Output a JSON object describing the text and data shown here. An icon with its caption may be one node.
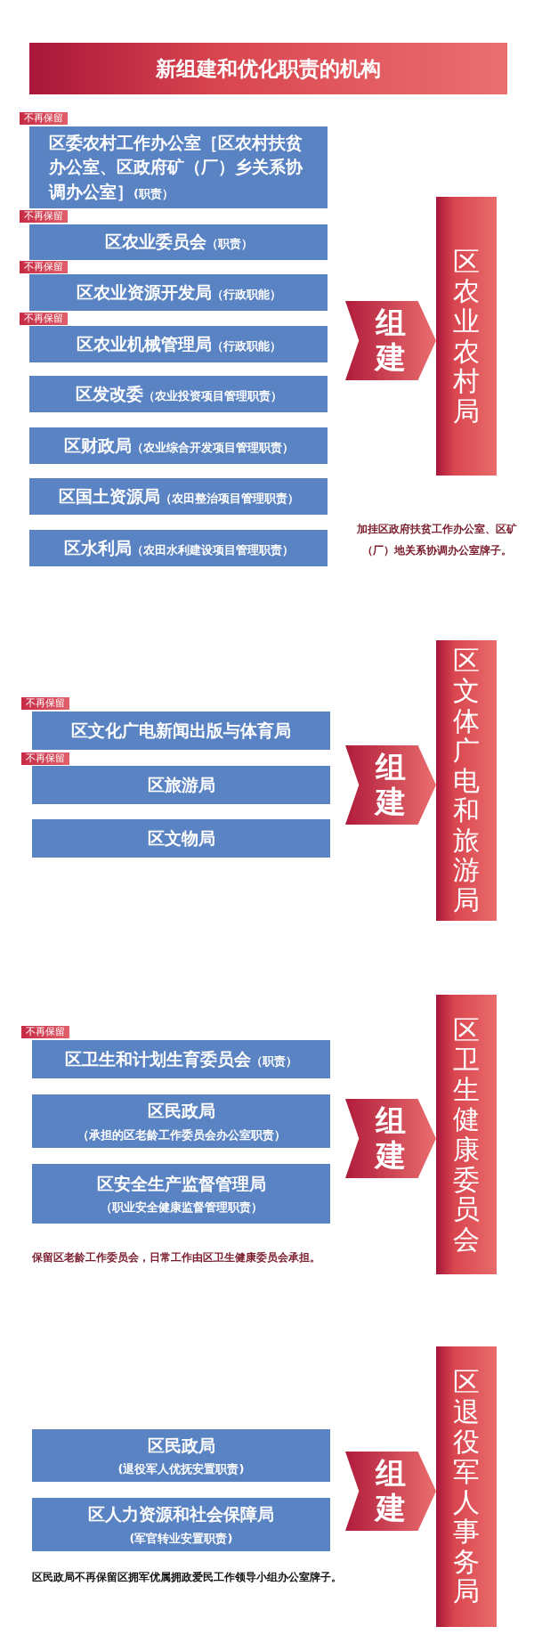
{
  "diagram": {
    "title": "新组建和优化职责的机构",
    "nodes": [
      {
        "text": [
          "不再保留"
        ]
      },
      {
        "text": [
          "区委农村工作办公室［区农村扶贫办公室、区政府矿（厂）乡关系协调办公室］",
          "(职责）"
        ]
      },
      {
        "text": [
          "不再保留"
        ]
      },
      {
        "text": [
          "区农业委员会",
          "（职责）"
        ]
      },
      {
        "text": [
          "不再保留"
        ]
      },
      {
        "text": [
          "区农业资源开发局",
          "（行政职能）"
        ]
      },
      {
        "text": [
          "不再保留"
        ]
      },
      {
        "text": [
          "区农业机械管理局",
          "（行政职能）"
        ]
      },
      {
        "text": [
          "区发改委",
          "（农业投资项目管理职责）"
        ]
      },
      {
        "text": [
          "区财政局",
          "（农业综合开发项目管理职责）"
        ]
      },
      {
        "text": [
          "区国土资源局",
          "（农田整治项目管理职责）"
        ]
      },
      {
        "text": [
          "区水利局",
          "（农田水利建设项目管理职责）"
        ]
      },
      {
        "text": [
          "区农业农村局"
        ]
      },
      {
        "text": [
          "不再保留"
        ]
      },
      {
        "text": [
          "区文化广电新闻出版与体育局"
        ]
      },
      {
        "text": [
          "不再保留"
        ]
      },
      {
        "text": [
          "区旅游局"
        ]
      },
      {
        "text": [
          "区文物局"
        ]
      },
      {
        "text": [
          "区文体广电和旅游局"
        ]
      },
      {
        "text": [
          "不再保留"
        ]
      },
      {
        "text": [
          "区卫生和计划生育委员会",
          "（职责）"
        ]
      },
      {
        "text": [
          "区民政局",
          "（承担的区老龄工作委员会办公室职责）"
        ]
      },
      {
        "text": [
          "区安全生产监督管理局",
          "（职业安全健康监督管理职责）"
        ]
      },
      {
        "text": [
          "区卫生健康委员会"
        ]
      },
      {
        "text": [
          "区民政局",
          "(退役军人优抚安置职责)"
        ]
      },
      {
        "text": [
          "区人力资源和社会保障局",
          "(军官转业安置职责)"
        ]
      },
      {
        "text": [
          "区退役军人事务局"
        ]
      }
    ],
    "edges": [
      {
        "from": null,
        "to": 12,
        "arrow": "to",
        "label": "组建"
      },
      {
        "from": null,
        "to": 18,
        "arrow": "to",
        "label": "组建"
      },
      {
        "from": null,
        "to": 23,
        "arrow": "to",
        "label": "组建"
      },
      {
        "from": null,
        "to": 26,
        "arrow": "to",
        "label": "组建"
      }
    ],
    "labels": [
      "加挂区政府扶贫工作办公室、区矿（厂）地关系协调办公室牌子。",
      "保留区老龄工作委员会，日常工作由区卫生健康委员会承担。",
      "区民政局不再保留区拥军优属拥政爱民工作领导小组办公室牌子。"
    ]
  }
}
